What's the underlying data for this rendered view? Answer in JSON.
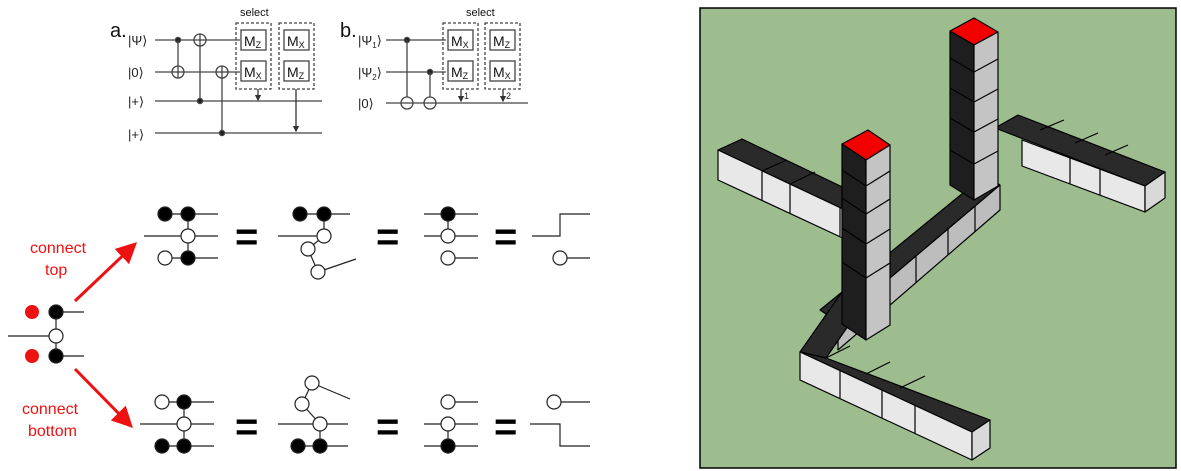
{
  "circuit_a": {
    "label": "a.",
    "select_label": "select",
    "inputs": [
      "|Ψ⟩",
      "|0⟩",
      "|+⟩",
      "|+⟩"
    ],
    "meas_box1": [
      "M",
      "Z",
      "M",
      "X"
    ],
    "meas_box2": [
      "M",
      "X",
      "M",
      "Z"
    ]
  },
  "circuit_b": {
    "label": "b.",
    "select_label": "select",
    "inputs": [
      "|Ψ",
      "1",
      "⟩",
      "|Ψ",
      "2",
      "⟩",
      "|0⟩"
    ],
    "meas_box1": [
      "M",
      "X",
      "M",
      "Z"
    ],
    "meas_box2": [
      "M",
      "Z",
      "M",
      "X"
    ],
    "outcome_labels": [
      "1",
      "2"
    ]
  },
  "graph_rules": {
    "connect_top_label": [
      "connect",
      "top"
    ],
    "connect_bottom_label": [
      "connect",
      "bottom"
    ],
    "equals_sign": "=",
    "colors": {
      "red": "#ee1111",
      "black": "#000000"
    }
  },
  "lattice_panel": {
    "background": "#9dbd8f",
    "cap_color": "#f20000"
  }
}
